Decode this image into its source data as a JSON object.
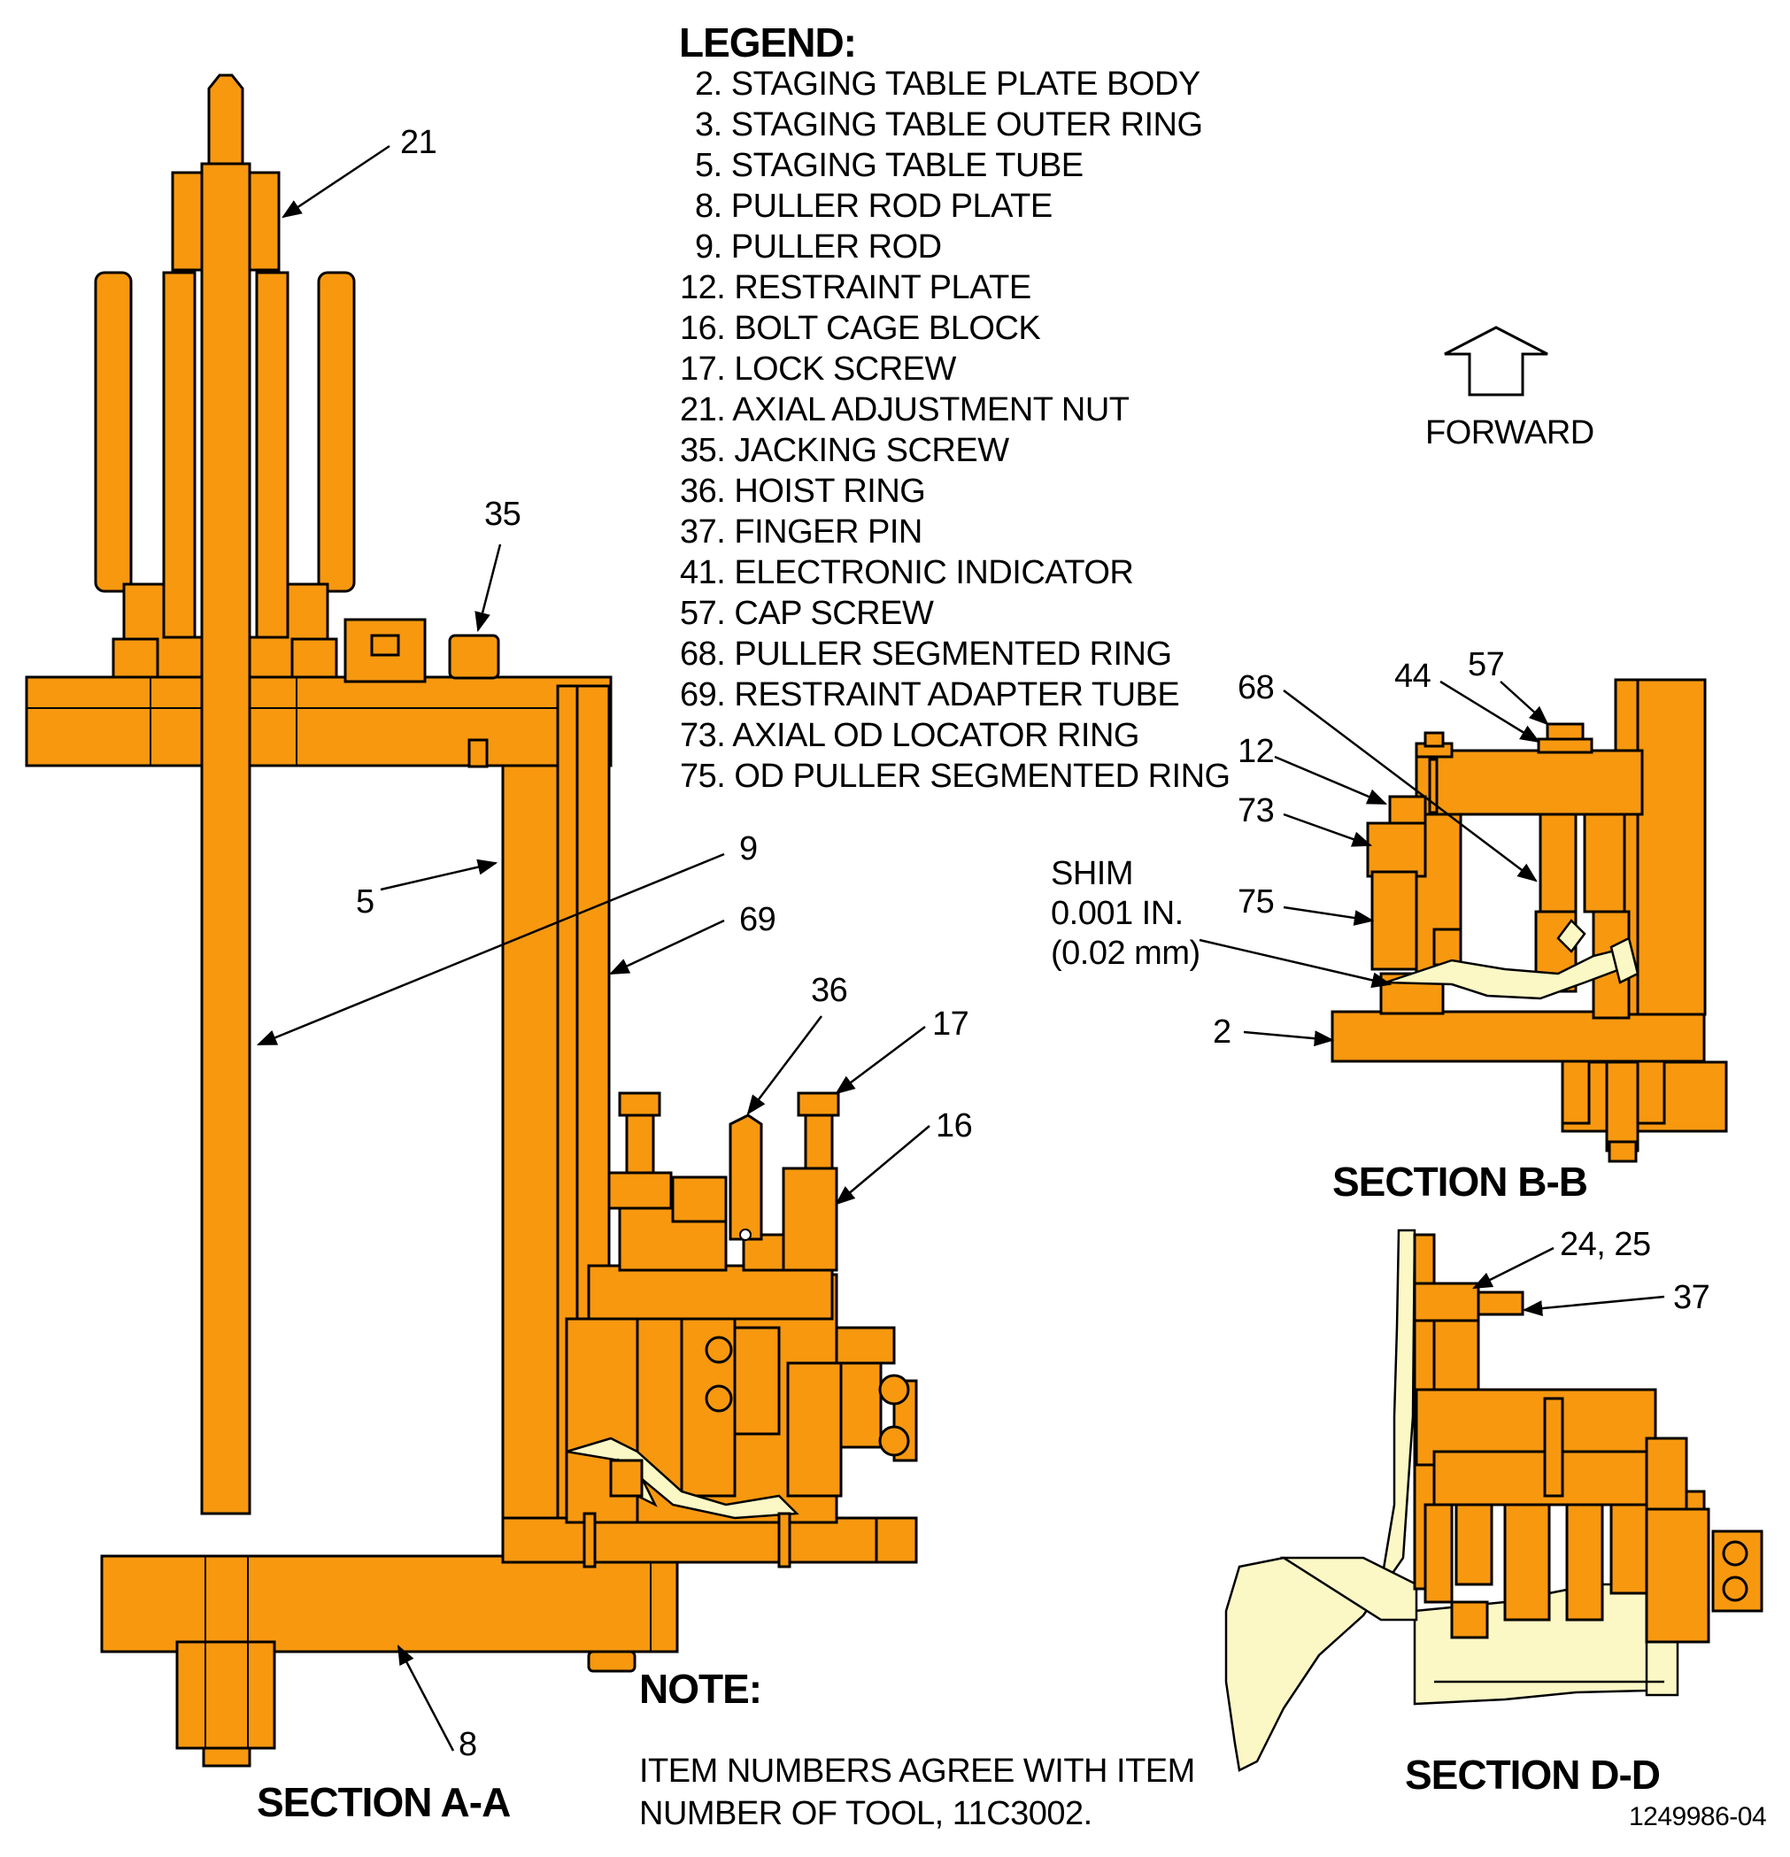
{
  "legend": {
    "title": "LEGEND:",
    "items": [
      "2. STAGING TABLE PLATE BODY",
      "3. STAGING TABLE OUTER RING",
      "5. STAGING TABLE TUBE",
      "8. PULLER ROD PLATE",
      "9. PULLER ROD",
      "12. RESTRAINT PLATE",
      "16. BOLT CAGE BLOCK",
      "17. LOCK SCREW",
      "21. AXIAL ADJUSTMENT NUT",
      "35. JACKING SCREW",
      "36. HOIST RING",
      "37. FINGER PIN",
      "41. ELECTRONIC INDICATOR",
      "57. CAP SCREW",
      "68. PULLER SEGMENTED RING",
      "69. RESTRAINT ADAPTER TUBE",
      "73. AXIAL OD LOCATOR RING",
      "75. OD PULLER SEGMENTED RING"
    ]
  },
  "forward": {
    "label": "FORWARD"
  },
  "sections": {
    "a": {
      "title": "SECTION A-A"
    },
    "b": {
      "title": "SECTION B-B"
    },
    "d": {
      "title": "SECTION D-D"
    }
  },
  "callouts": {
    "c21": "21",
    "c35": "35",
    "c5": "5",
    "c9": "9",
    "c69": "69",
    "c36": "36",
    "c17": "17",
    "c16": "16",
    "c8": "8",
    "c68": "68",
    "c44": "44",
    "c57": "57",
    "c12": "12",
    "c73": "73",
    "c75": "75",
    "c2": "2",
    "c2425": "24, 25",
    "c37": "37"
  },
  "shim": {
    "line1": "SHIM",
    "line2": "0.001 IN.",
    "line3": "(0.02 mm)"
  },
  "note": {
    "title": "NOTE:",
    "line1": "ITEM NUMBERS AGREE WITH ITEM",
    "line2": "NUMBER OF TOOL, 11C3002."
  },
  "figure_id": "1249986-04",
  "colors": {
    "part": "#f7980f",
    "component": "#fbf8c6",
    "line": "#000000"
  }
}
